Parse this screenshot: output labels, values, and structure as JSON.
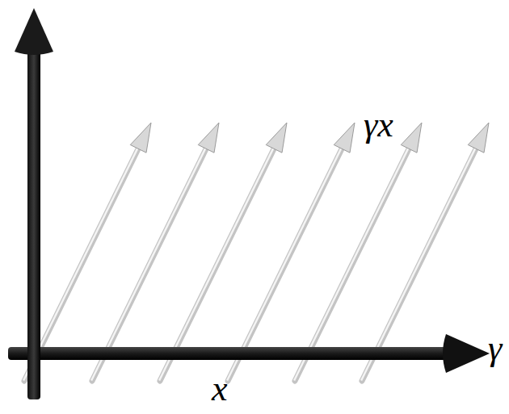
{
  "diagram": {
    "labels": [
      "γx",
      "γ",
      "x"
    ]
  }
}
